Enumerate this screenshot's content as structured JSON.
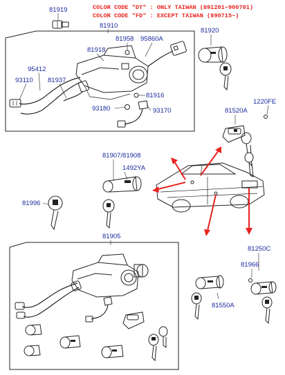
{
  "notes": [
    "COLOR CODE \"DT\" : ONLY TAIWAN (891201~900701)",
    "COLOR CODE \"FD\" : EXCEPT TAIWAN (890715~)"
  ],
  "parts": {
    "p81919": "81919",
    "p81910": "81910",
    "p81958": "81958",
    "p95860A": "95860A",
    "p81918": "81918",
    "p95412": "95412",
    "p93110": "93110",
    "p81937": "81937",
    "p81916": "81916",
    "p93180": "93180",
    "p93170": "93170",
    "p81920": "81920",
    "p1220FE": "1220FE",
    "p81520A": "81520A",
    "p81907_81908": "81907/81908",
    "p1492YA": "1492YA",
    "p81996": "81996",
    "p81905": "81905",
    "p81250C": "81250C",
    "p81966": "81966",
    "p81550A": "81550A"
  },
  "colors": {
    "note": "#e8231e",
    "label": "#1a2a9e",
    "arrow": "#e8231e",
    "line": "#222222"
  }
}
